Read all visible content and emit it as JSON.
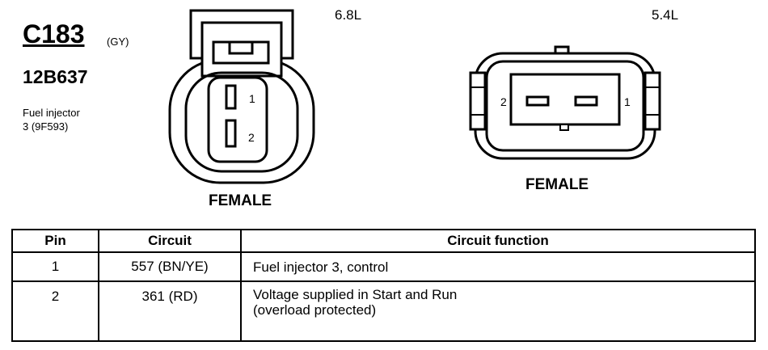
{
  "connector": {
    "id": "C183",
    "color": "(GY)",
    "part_number": "12B637",
    "description_line1": "Fuel injector",
    "description_line2": "3 (9F593)"
  },
  "variants": [
    {
      "label": "6.8L",
      "gender": "FEMALE",
      "pin_labels": [
        "1",
        "2"
      ]
    },
    {
      "label": "5.4L",
      "gender": "FEMALE",
      "pin_labels": [
        "2",
        "1"
      ]
    }
  ],
  "table": {
    "headers": [
      "Pin",
      "Circuit",
      "Circuit function"
    ],
    "rows": [
      {
        "pin": "1",
        "circuit": "557 (BN/YE)",
        "function": [
          "Fuel injector 3, control"
        ]
      },
      {
        "pin": "2",
        "circuit": "361 (RD)",
        "function": [
          "Voltage supplied in Start and Run",
          "(overload protected)"
        ]
      }
    ]
  }
}
